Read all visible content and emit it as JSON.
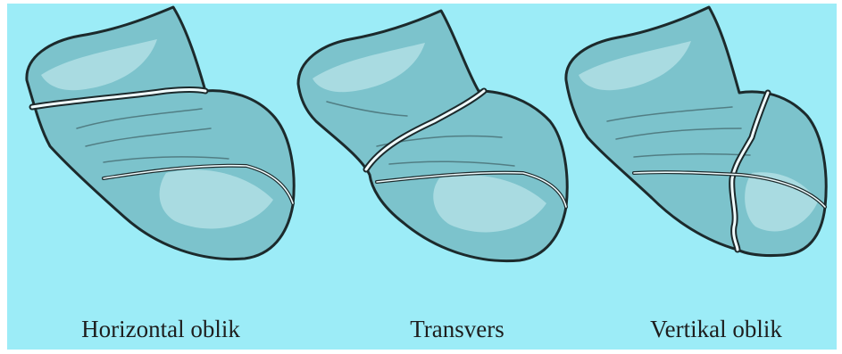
{
  "colors": {
    "background": "#9cecf7",
    "bone_fill": "#7cc3cc",
    "bone_highlight": "#cdeff2",
    "outline": "#1c2a2c",
    "fracture_line": "#f1fdff"
  },
  "figures": [
    {
      "caption": "Horizontal oblik",
      "fracture": "horizontal-oblique"
    },
    {
      "caption": "Transvers",
      "fracture": "transverse"
    },
    {
      "caption": "Vertikal oblik",
      "fracture": "vertical-oblique"
    }
  ]
}
